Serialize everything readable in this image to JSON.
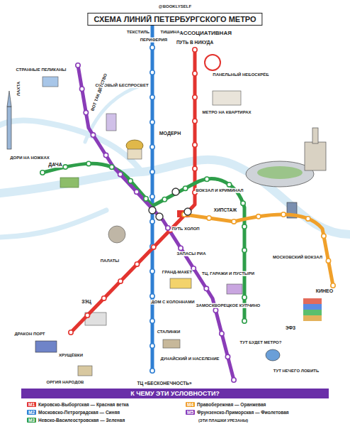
{
  "diagram": {
    "title": "СХЕМА ЛИНИЙ ПЕТЕРБУРГСКОГО МЕТРО",
    "nodes": [
      {
        "text": [
          "К ЧЕМУ ЭТИ УСЛОВНОСТИ?"
        ]
      }
    ],
    "labels": [
      "@BOOKLYSELF",
      "АССОЦИАТИВНАЯ",
      "ТЕКСТИЛЬ",
      "ТИШИНА",
      "ПЕРИФЕРИЯ",
      "СОТОВЫЙ БЕСПРОСВЕТ",
      "ПУТЬ В НИКУДА",
      "ПАНЕЛЬНЫЙ НЕБОСКРЁБ",
      "МЕТРО НА КВАРТИРАХ",
      "СТРАННЫЕ ПЕЛИКАНЫ",
      "ВОТ ТАК ДЕТСТВО",
      "ДОРИ НА НОЖКАХ",
      "ДАЧА",
      "МОДЕРН",
      "ВОКЗАЛ И КРИМИНАЛ",
      "ПУТЬ ХОЛОП",
      "ХИПСТАЖ",
      "МОСКОВСКИЙ ВОКЗАЛ",
      "КИНЕО",
      "ГРАНД-МАКЕТ",
      "ПАЛАТЫ",
      "ЗАПАСЫ РИА",
      "ТЦ, ГАРАЖИ И ПУСТЫРИ",
      "ДОМ С КОЛОННАМИ",
      "ЗАМОСКВОРЕЦКОЕ КУПЧИНО",
      "СТАЛИНКИ",
      "ДУНАЙСКИЙ И НАСЕЛЕНИЕ",
      "ТЦ «БЕСКОНЕЧНОСТЬ»",
      "ТУТ БУДЕТ МЕТРО?",
      "ТУТ НЕЧЕГО ЛОВИТЬ",
      "ЭФЗ",
      "ХРУЩЁВКИ",
      "ДРАКОН ПОРТ",
      "ОРГИЯ НАРОДОВ",
      "ЗЭЦ",
      "ЛАХТА",
      "М1",
      "М2",
      "М3",
      "М4",
      "М5",
      "(ЭТИ ПЛАШКИ УРЕЗАНЫ)"
    ],
    "legend": [
      {
        "text": "Кировско-Выборгская — Красная ветка",
        "color": "#e3342f"
      },
      {
        "text": "Московско-Петроградская — Синяя",
        "color": "#2f7fd3"
      },
      {
        "text": "Невско-Василеостровская — Зеленая",
        "color": "#2e9e4a"
      },
      {
        "text": "Правобережная — Оранжевая",
        "color": "#f0a02a"
      },
      {
        "text": "Фрунзенско-Приморская — Фиолетовая",
        "color": "#8a3cb8"
      }
    ]
  }
}
